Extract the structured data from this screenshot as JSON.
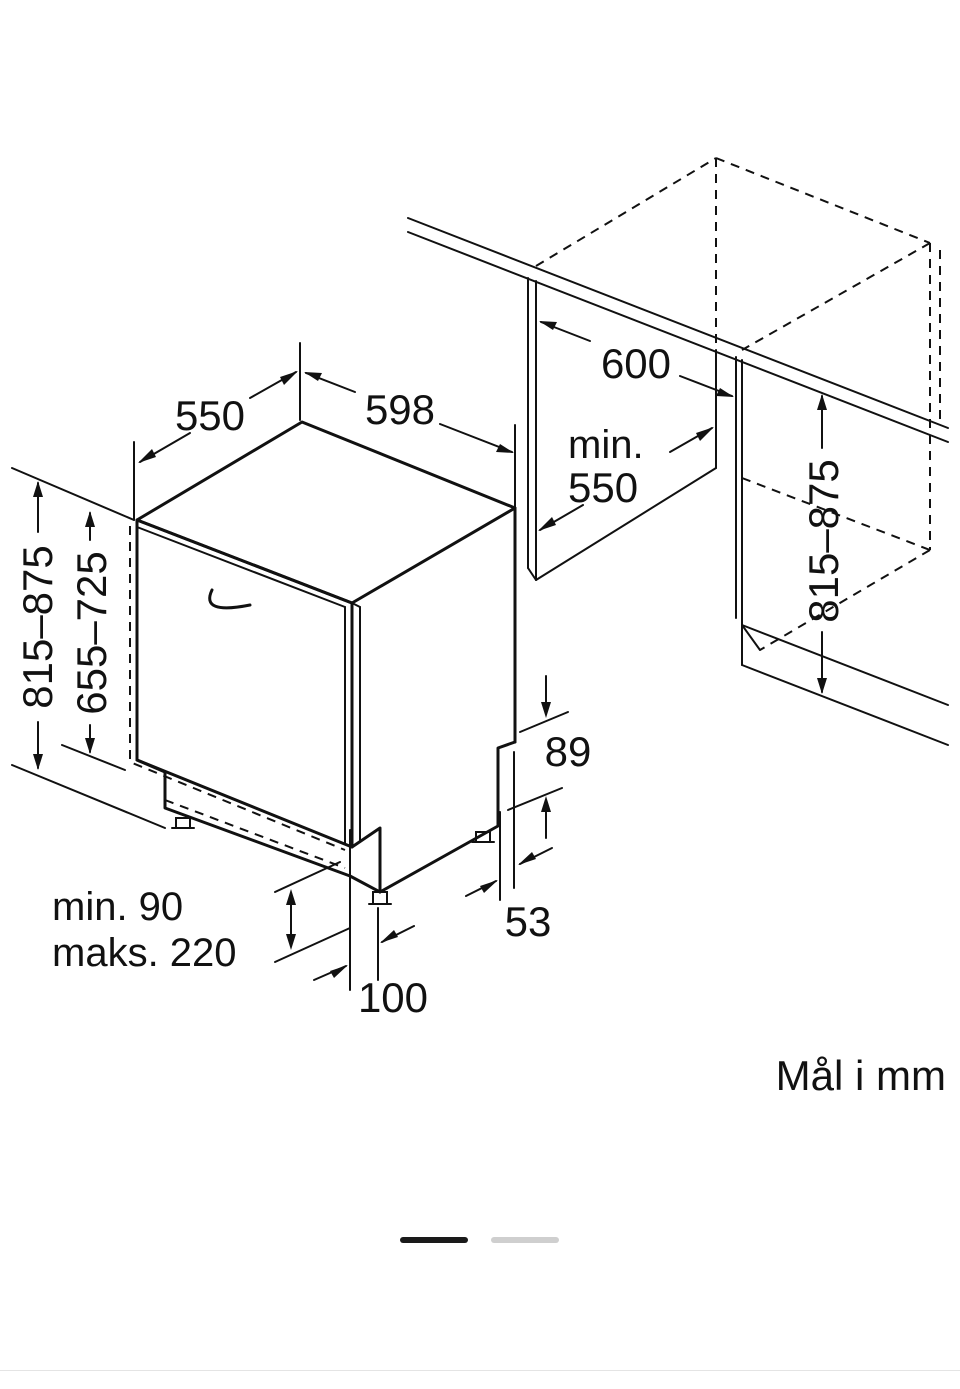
{
  "diagram": {
    "labels": {
      "width_depth": "550",
      "width_front": "598",
      "niche_width": "600",
      "niche_depth_min_line1": "min.",
      "niche_depth_min_line2": "550",
      "height_left": "815–875",
      "door_height": "655–725",
      "niche_height": "815–875",
      "toe_kick": "89",
      "foot_offset": "53",
      "plinth_line1": "min. 90",
      "plinth_line2": "maks. 220",
      "plinth_depth": "100"
    },
    "units_note": "Mål i mm"
  },
  "pager": {
    "active_index": 0,
    "active_color": "#1a1a1a",
    "inactive_color": "#cfcfcf"
  },
  "colors": {
    "line": "#111111",
    "background": "#ffffff"
  }
}
